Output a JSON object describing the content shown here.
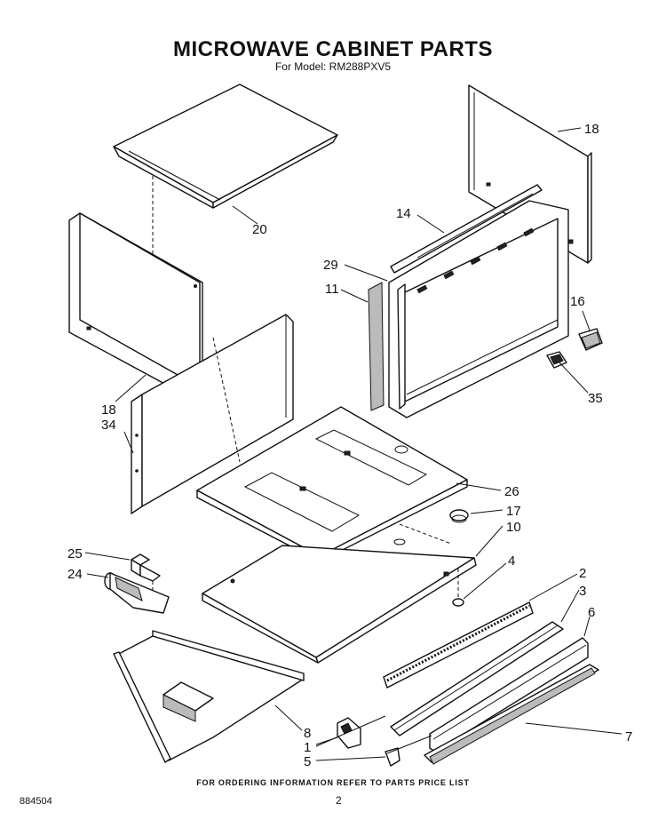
{
  "header": {
    "title": "MICROWAVE CABINET PARTS",
    "model_line": "For Model: RM288PXV5"
  },
  "callouts": {
    "c18_right": "18",
    "c20": "20",
    "c14": "14",
    "c29": "29",
    "c11": "11",
    "c16": "16",
    "c35": "35",
    "c18_left": "18",
    "c34": "34",
    "c26": "26",
    "c17": "17",
    "c10": "10",
    "c4": "4",
    "c25": "25",
    "c24": "24",
    "c2": "2",
    "c3": "3",
    "c6": "6",
    "c8": "8",
    "c1": "1",
    "c7": "7",
    "c5": "5"
  },
  "footer": {
    "note": "FOR ORDERING INFORMATION REFER TO PARTS PRICE LIST",
    "doc_number": "884504",
    "page_number": "2"
  }
}
